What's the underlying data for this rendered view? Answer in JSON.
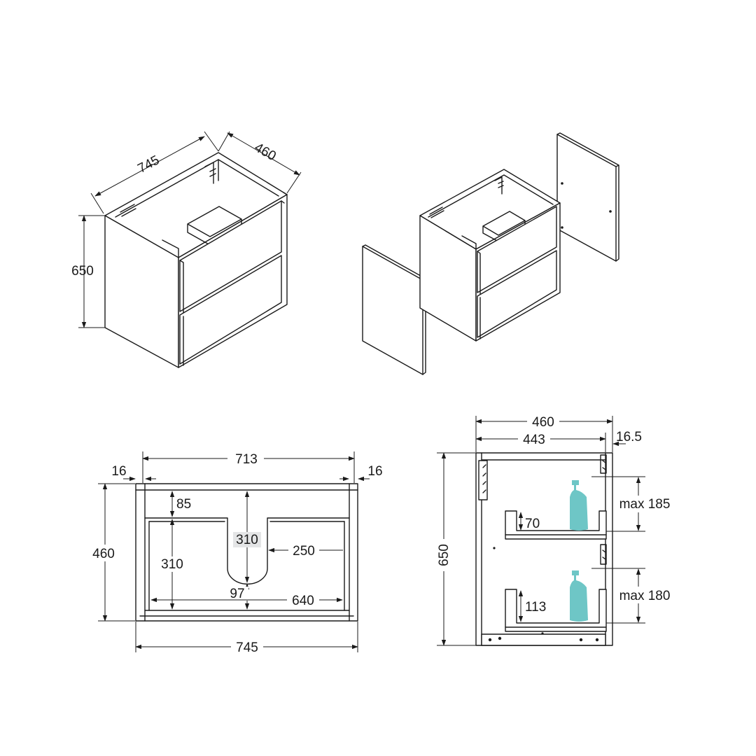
{
  "colors": {
    "line": "#1a1a1a",
    "interior_fill": "#e4e5e6",
    "bottle": "#6ec6c6",
    "background": "#ffffff"
  },
  "iso_view": {
    "width_label": "745",
    "depth_label": "460",
    "height_label": "650"
  },
  "exploded_view": {},
  "front_section": {
    "side_left": "16",
    "inner_width": "713",
    "side_right": "16",
    "depth": "460",
    "top_rail": "85",
    "cutout_depth": "310",
    "cutout_offset": "250",
    "drawer_depth": "310",
    "cutout_width": "97",
    "drawer_inner_width": "640",
    "overall_width": "745"
  },
  "side_section": {
    "overall_depth": "460",
    "inner_depth": "443",
    "door_thickness": "16.5",
    "height": "650",
    "upper_max": "max 185",
    "upper_inner": "70",
    "lower_max": "max 180",
    "lower_inner": "113"
  }
}
